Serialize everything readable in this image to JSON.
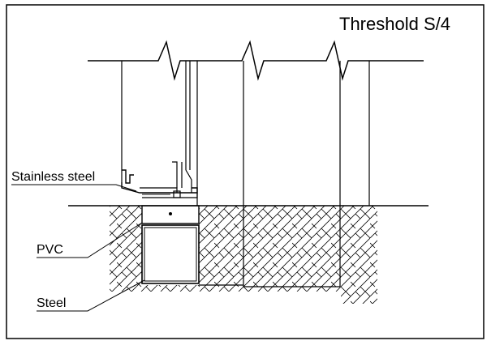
{
  "title": "Threshold S/4",
  "labels": {
    "stainless_steel": "Stainless steel",
    "pvc": "PVC",
    "steel": "Steel"
  },
  "colors": {
    "line": "#000000",
    "background": "#ffffff"
  }
}
